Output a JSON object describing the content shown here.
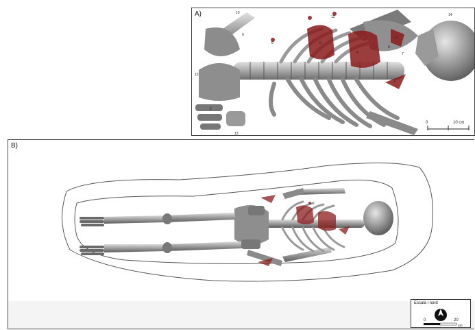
{
  "panel_a": {
    "label": "A)",
    "markers": [
      "10",
      "9",
      "12",
      "14",
      "8",
      "6",
      "11",
      "4",
      "5",
      "15",
      "3",
      "2",
      "13",
      "7"
    ],
    "scale": {
      "zero": "0",
      "value": "10 cm"
    }
  },
  "panel_b": {
    "label": "B)",
    "legend": {
      "title": "Escala i nord",
      "zero": "0",
      "value": "20",
      "unit": "cm"
    }
  },
  "colors": {
    "bone": "#8a8a8a",
    "bone_light": "#c8c8c8",
    "marker": "#8b1c1c",
    "outline": "#555555"
  }
}
